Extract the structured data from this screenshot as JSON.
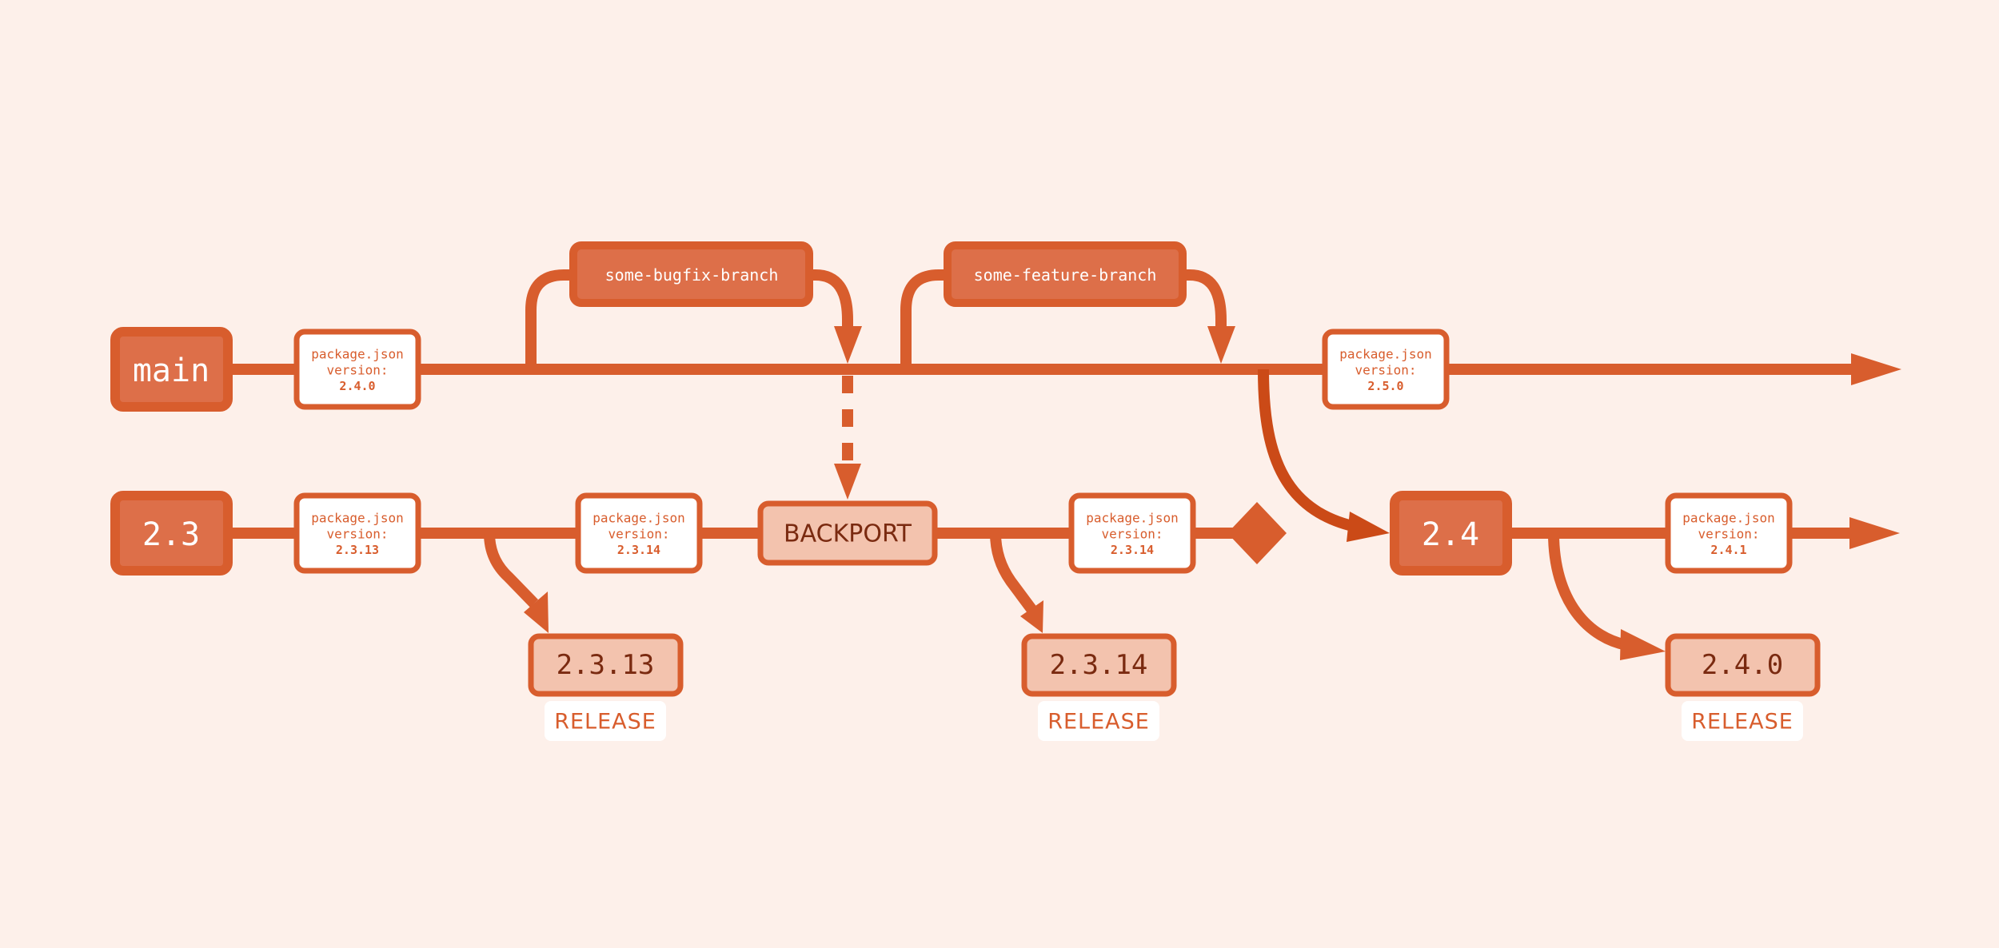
{
  "colors": {
    "background": "#fdf0ea",
    "accent": "#d85d2d",
    "accent_dark": "#cb4a17",
    "branch_fill": "#dd6f49",
    "tag_fill": "#f3c3ae",
    "tag_text": "#7a2a10"
  },
  "branches": {
    "main": "main",
    "v23": "2.3",
    "v24": "2.4"
  },
  "feature_branches": {
    "bugfix": "some-bugfix-branch",
    "feature": "some-feature-branch"
  },
  "package_label": "package.json",
  "version_label": "version:",
  "versions": {
    "main_a": "2.4.0",
    "main_b": "2.5.0",
    "v23_a": "2.3.13",
    "v23_b": "2.3.14",
    "v23_c": "2.3.14",
    "v24_a": "2.4.1"
  },
  "backport_label": "BACKPORT",
  "releases": {
    "r1": "2.3.13",
    "r2": "2.3.14",
    "r3": "2.4.0"
  },
  "release_label": "RELEASE"
}
